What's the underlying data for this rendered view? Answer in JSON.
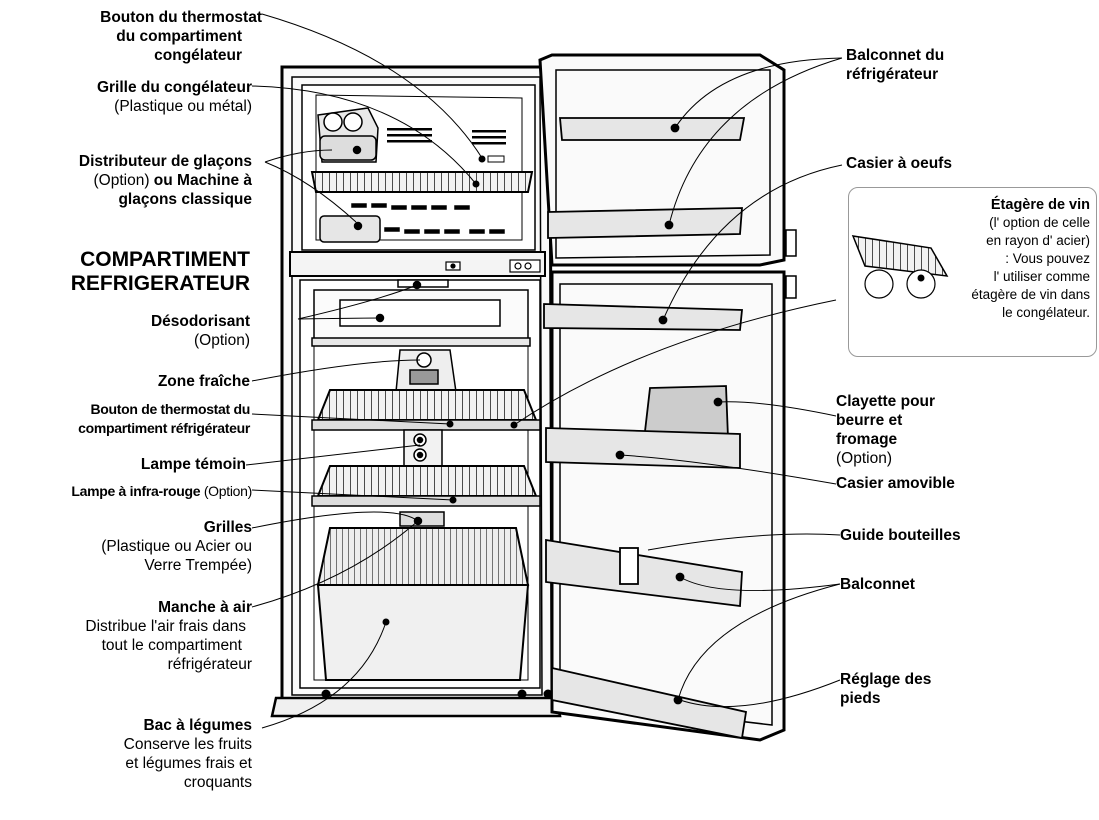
{
  "labels": {
    "freezer_thermostat": [
      "Bouton du thermostat",
      "du compartiment",
      "congélateur"
    ],
    "freezer_shelf": "Grille du congélateur",
    "freezer_shelf_note": "(Plastique ou métal)",
    "ice_dispenser": "Distributeur de glaçons",
    "ice_option": "(Option)",
    "ice_ou": " ou  Machine à",
    "ice_classic": "glaçons classique",
    "fridge_section": [
      "COMPARTIMENT",
      "REFRIGERATEUR"
    ],
    "deodorizer": "Désodorisant",
    "deodorizer_note": "(Option)",
    "fresh_zone": "Zone fraîche",
    "fridge_thermostat": [
      "Bouton de thermostat du",
      "compartiment réfrigérateur"
    ],
    "pilot_lamp": "Lampe témoin",
    "infrared_lamp": "Lampe à infra-rouge",
    "infrared_note": " (Option)",
    "shelves": "Grilles",
    "shelves_note": [
      "(Plastique ou Acier ou",
      "Verre Trempée)"
    ],
    "air_duct": "Manche à air",
    "air_duct_note": [
      "Distribue l'air frais dans",
      "tout le compartiment",
      "réfrigérateur"
    ],
    "vegetable_bin": "Bac à légumes",
    "vegetable_note": [
      "Conserve les fruits",
      "et légumes frais et",
      "croquants"
    ],
    "door_bin_fridge": [
      "Balconnet du",
      "réfrigérateur"
    ],
    "egg_tray": "Casier à oeufs",
    "wine_title": "Étagère de vin",
    "wine_note": [
      "(l' option de celle",
      "en rayon d' acier)",
      ": Vous pouvez",
      "l' utiliser comme",
      "étagère de vin dans",
      "le congélateur."
    ],
    "butter_cheese": [
      "Clayette pour",
      "beurre et",
      "fromage"
    ],
    "butter_note": "(Option)",
    "removable_bin": "Casier amovible",
    "bottle_guide": "Guide bouteilles",
    "door_bin": "Balconnet",
    "leveling_feet": [
      "Réglage des",
      "pieds"
    ]
  }
}
